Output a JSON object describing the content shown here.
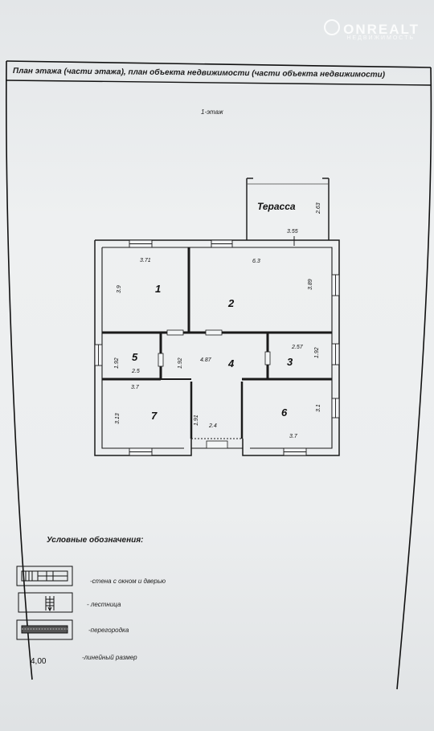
{
  "watermark": {
    "brand": "ONREALT",
    "sub": "НЕДВИЖИМОСТЬ"
  },
  "header": {
    "title": "План этажа (части этажа), план объекта недвижимости (части объекта недвижимости)"
  },
  "floor_label": "1-этаж",
  "terrace": {
    "name": "Терасса",
    "width": "3.55",
    "depth": "2.63"
  },
  "rooms": [
    {
      "number": "1",
      "width": "3.71",
      "height": "3.9"
    },
    {
      "number": "2",
      "width": "6.3",
      "height": "3.89"
    },
    {
      "number": "3",
      "width": "2.57",
      "height": "1.92"
    },
    {
      "number": "4",
      "width": "4.87",
      "height": "1.92"
    },
    {
      "number": "5",
      "width": "2.5",
      "height": "1.92"
    },
    {
      "number": "6",
      "width": "3.7",
      "height": "3.1"
    },
    {
      "number": "7",
      "width": "3.7",
      "height": "3.13"
    }
  ],
  "corridor": {
    "width": "2.4",
    "height": "1.91"
  },
  "legend": {
    "title": "Условные обозначения:",
    "items": [
      {
        "label": "-стена с окном и дверью",
        "icon": "wall-window-door-icon"
      },
      {
        "label": "- лестница",
        "icon": "stairs-icon"
      },
      {
        "label": "-перегородка",
        "icon": "partition-icon"
      },
      {
        "symbol": "4,00",
        "label": "-линейный размер"
      }
    ]
  }
}
